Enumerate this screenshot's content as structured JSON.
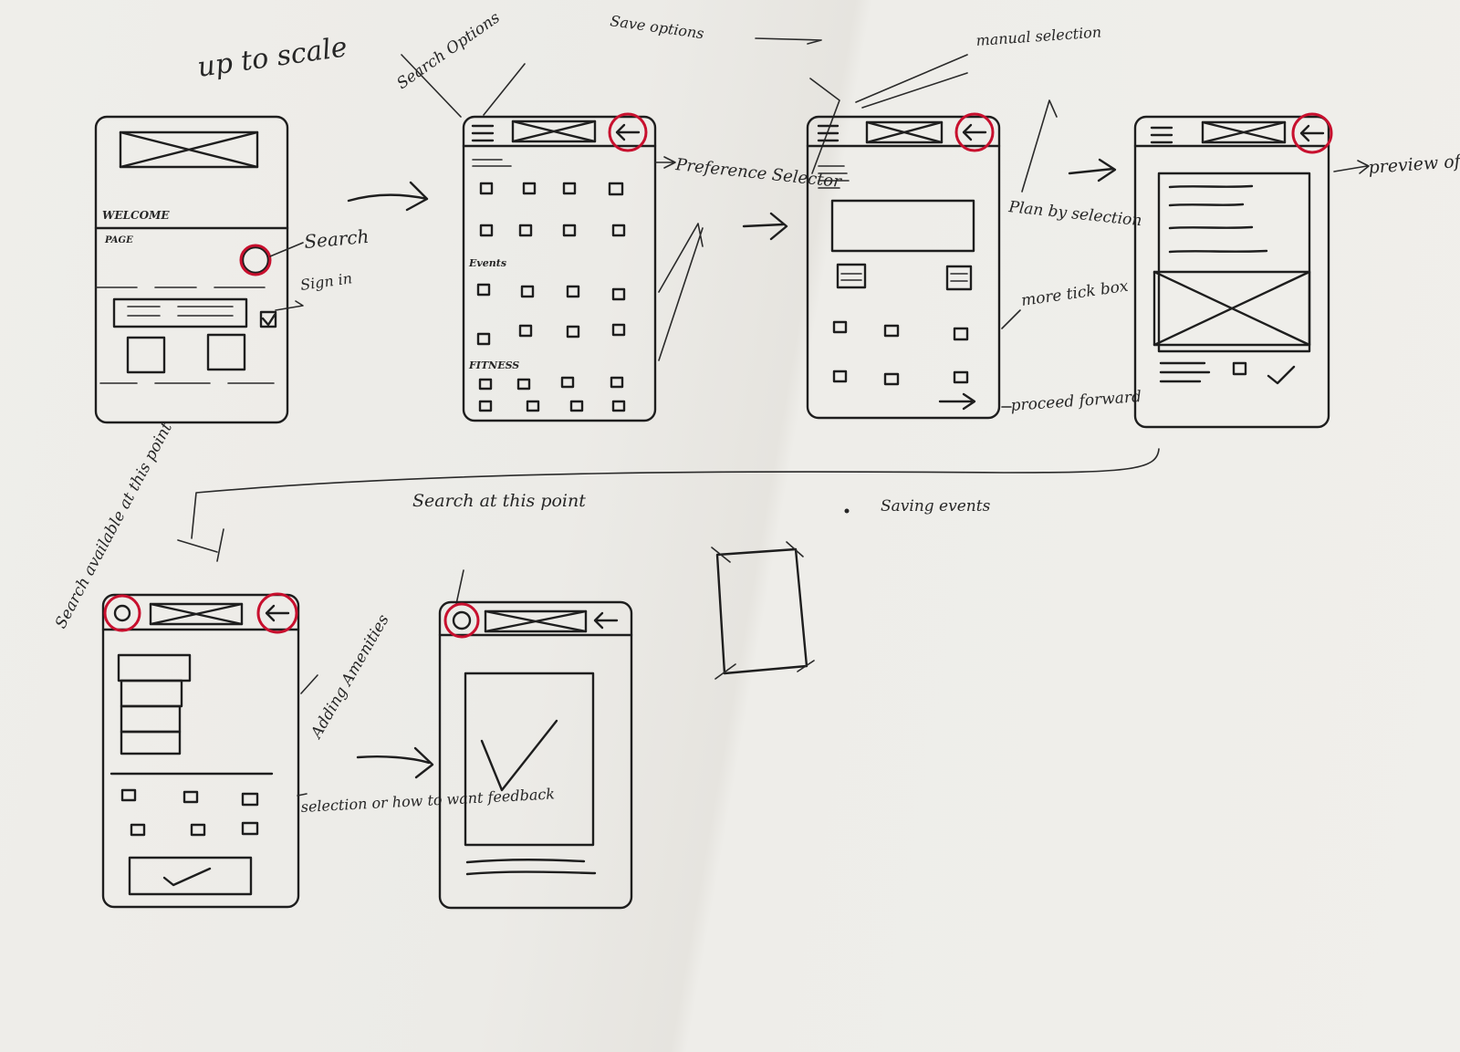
{
  "title_note": "up to scale",
  "notes": {
    "save_options": "Save options",
    "search_options": "Search Options",
    "manual_selection": "manual selection",
    "search": "Search",
    "sign_in": "Sign in",
    "preference_selector": "Preference Selector",
    "plan_by_selection": "Plan by selection",
    "more_tick_box": "more tick box",
    "proceed_forward": "proceed forward",
    "preview": "preview of the plan event",
    "saving_events": "Saving events",
    "search_available": "Search available at this point",
    "search_at_this_point": "Search at this point",
    "adding_amenities": "Adding Amenities",
    "selection_feedback": "selection or how to want feedback"
  },
  "screen1": {
    "welcome": "WELCOME",
    "page": "PAGE"
  },
  "screen2": {
    "events": "Events",
    "fitness": "FITNESS"
  },
  "colors": {
    "ink": "#1e1e1e",
    "accent": "#c8102e",
    "paper": "#efeeea"
  }
}
